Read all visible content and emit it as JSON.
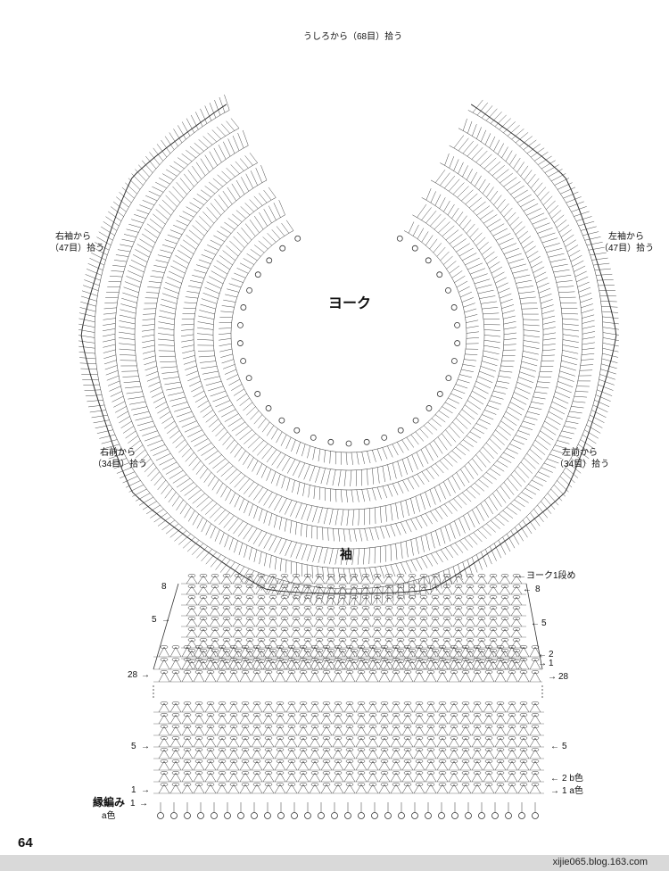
{
  "yoke": {
    "title": "ヨーク",
    "label_back": "うしろから（68目）拾う",
    "label_right_sleeve_1": "右袖から",
    "label_right_sleeve_2": "（47目）拾う",
    "label_left_sleeve_1": "左袖から",
    "label_left_sleeve_2": "（47目）拾う",
    "label_right_front_1": "右前から",
    "label_right_front_2": "（34目）拾う",
    "label_left_front_1": "左前から",
    "label_left_front_2": "（34目）拾う"
  },
  "sleeve": {
    "title": "袖",
    "note_yoke_row": "←ヨーク1段め",
    "row_8": "8",
    "row_5": "5",
    "row_2": "2",
    "row_1": "1",
    "row_28": "28",
    "row_2b": "2 b色",
    "row_1a": "1 a色",
    "edging": "縁編み",
    "edging_color": "a色",
    "arrow_left": "→",
    "arrow_right": "←"
  },
  "footer": {
    "page_number": "64",
    "source": "xijie065.blog.163.com"
  }
}
